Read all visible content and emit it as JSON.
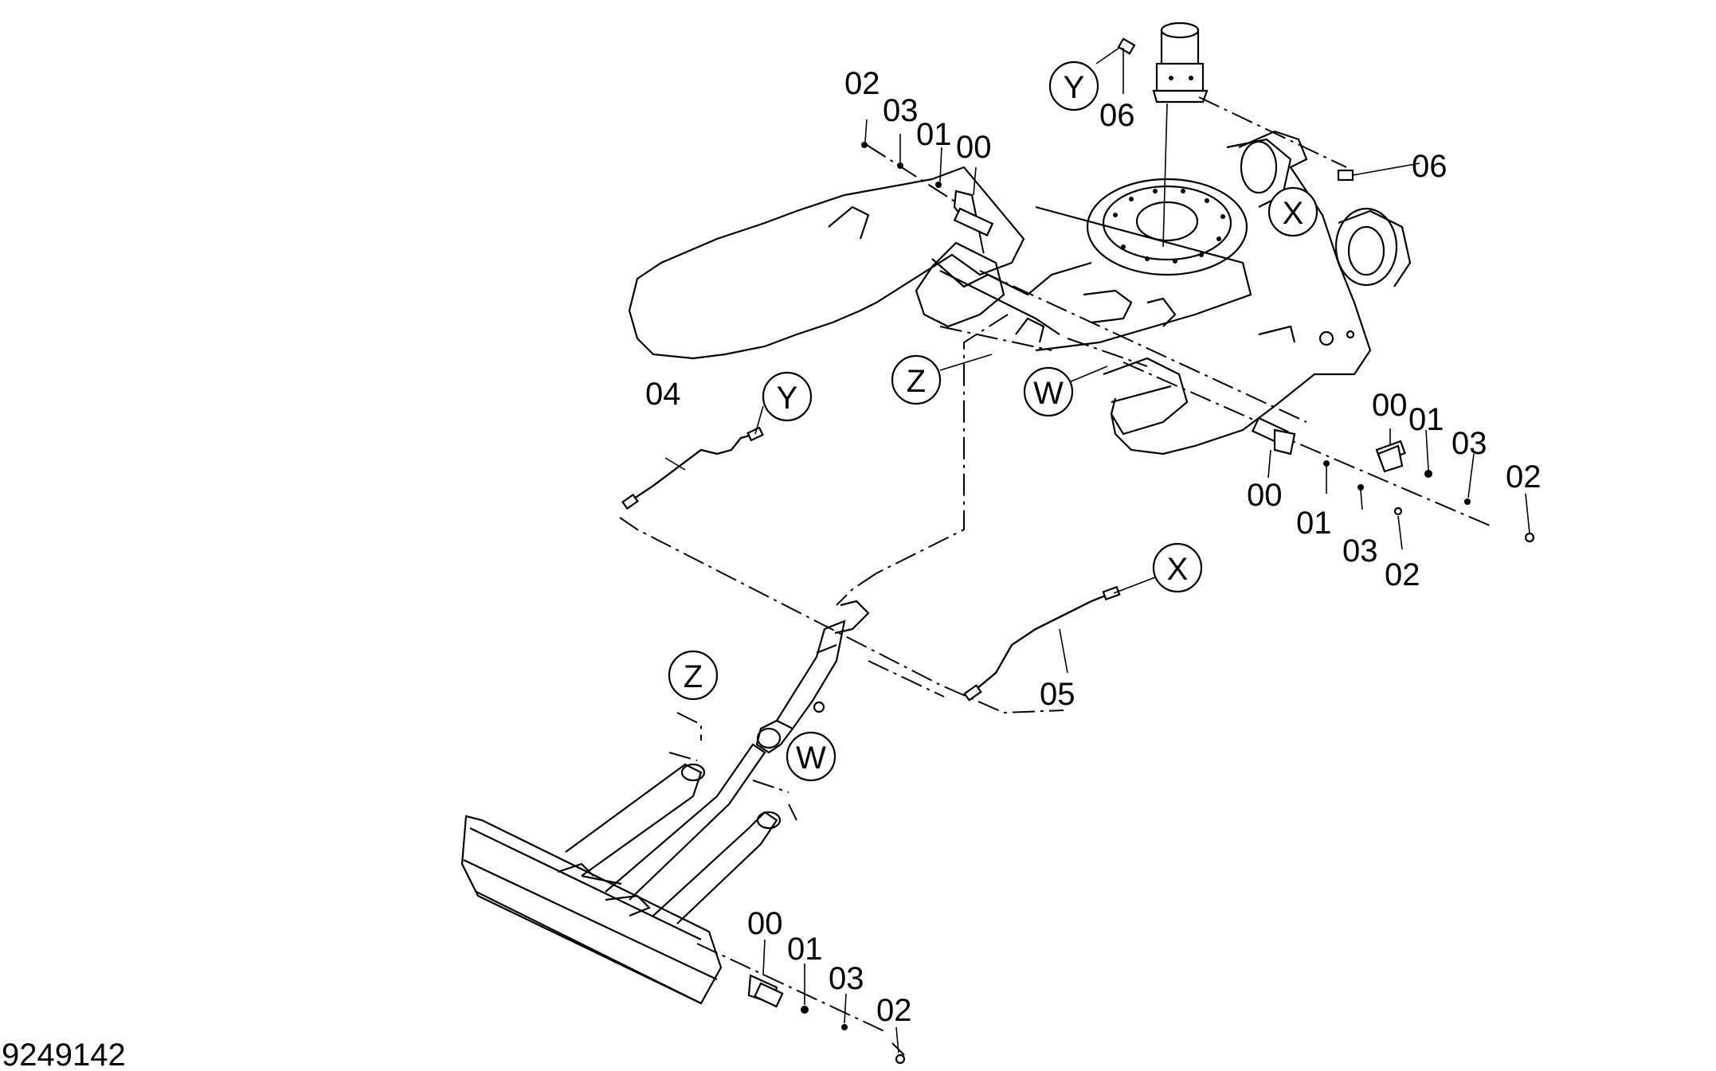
{
  "drawing_number": "9249142",
  "part_labels": {
    "pin_a_00": "00",
    "pin_a_01": "01",
    "pin_a_02": "02",
    "pin_a_03": "03",
    "pin_b_00": "00",
    "pin_b_01": "01",
    "pin_b_02": "02",
    "pin_b_03": "03",
    "pin_c_00": "00",
    "pin_c_01": "01",
    "pin_c_02": "02",
    "pin_c_03": "03",
    "pin_d_00": "00",
    "pin_d_01": "01",
    "pin_d_02": "02",
    "pin_d_03": "03",
    "hose_04": "04",
    "hose_05": "05",
    "fitting_06_top": "06",
    "fitting_06_right": "06"
  },
  "callouts": {
    "y_top": "Y",
    "x_top": "X",
    "z_top": "Z",
    "w_top": "W",
    "y_hose": "Y",
    "x_hose": "X",
    "z_blade": "Z",
    "w_blade": "W"
  }
}
